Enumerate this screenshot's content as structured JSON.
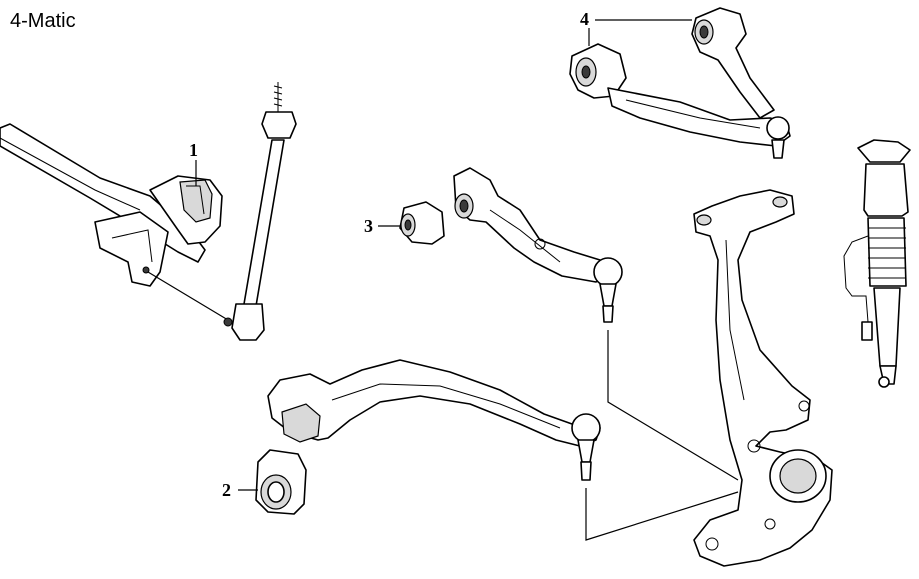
{
  "title": "4-Matic",
  "callouts": {
    "c1": "1",
    "c2": "2",
    "c3": "3",
    "c4": "4"
  },
  "colors": {
    "line": "#000000",
    "background": "#ffffff",
    "shade": "#d9d9d9"
  }
}
